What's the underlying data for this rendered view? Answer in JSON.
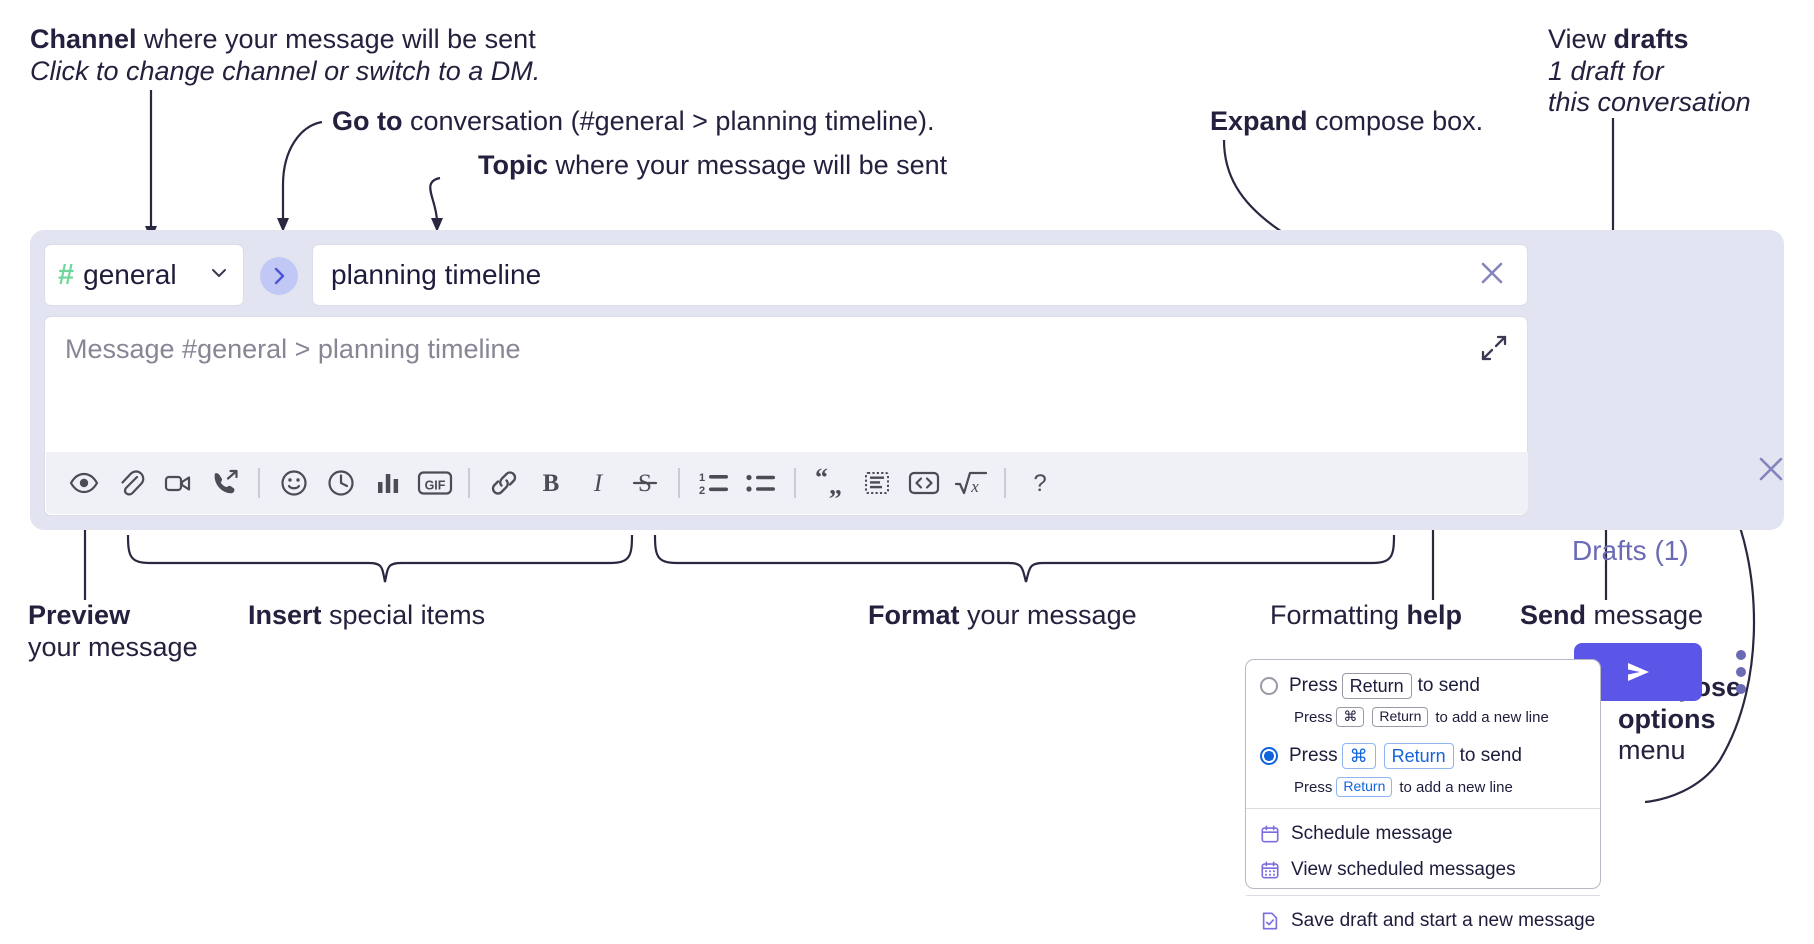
{
  "annotations": {
    "channel": {
      "bold": "Channel",
      "rest": " where your message will be sent",
      "italic": "Click to change channel or switch to a DM."
    },
    "goto": {
      "bold": "Go to",
      "rest": " conversation (#general > planning timeline)."
    },
    "topic": {
      "bold": "Topic",
      "rest": " where your message will be sent"
    },
    "expand": {
      "bold": "Expand",
      "rest": " compose box."
    },
    "drafts": {
      "bold_lead": "View ",
      "bold": "drafts",
      "italic_l1": "1 draft for",
      "italic_l2": "this conversation"
    },
    "preview": {
      "bold": "Preview",
      "line2": "your message"
    },
    "insert": {
      "bold": "Insert",
      "rest": " special items"
    },
    "format": {
      "bold": "Format",
      "rest": " your message"
    },
    "help": {
      "lead": "Formatting ",
      "bold": "help"
    },
    "send": {
      "bold": "Send",
      "rest": " message"
    },
    "compose_options": {
      "l1": "Compose",
      "l2": "options",
      "l3": "menu"
    }
  },
  "compose": {
    "channel_chip": {
      "hash": "#",
      "name": "general",
      "chevron_icon": "chevron-down-icon"
    },
    "goto_icon": "chevron-right-icon",
    "topic": {
      "value": "planning timeline",
      "clear_icon": "close-icon"
    },
    "message": {
      "placeholder": "Message #general > planning timeline",
      "value": ""
    },
    "expand_icon": "expand-diagonal-icon",
    "close_icon": "close-icon",
    "drafts_label": "Drafts (1)",
    "send_icon": "send-paper-plane-icon",
    "kebab_icon": "more-vertical-icon",
    "toolbar": [
      {
        "name": "preview-button",
        "icon": "eye-icon"
      },
      {
        "name": "attach-file-button",
        "icon": "paperclip-icon"
      },
      {
        "name": "record-video-clip-button",
        "icon": "video-camera-icon"
      },
      {
        "name": "record-audio-clip-button",
        "icon": "phone-arrow-icon"
      },
      {
        "name": "separator-1",
        "icon": "separator"
      },
      {
        "name": "emoji-button",
        "icon": "smiley-icon"
      },
      {
        "name": "reminder-button",
        "icon": "clock-icon"
      },
      {
        "name": "poll-button",
        "icon": "bar-chart-icon"
      },
      {
        "name": "gif-button",
        "icon": "gif-icon"
      },
      {
        "name": "separator-2",
        "icon": "separator"
      },
      {
        "name": "link-button",
        "icon": "link-icon"
      },
      {
        "name": "bold-button",
        "icon": "bold-icon"
      },
      {
        "name": "italic-button",
        "icon": "italic-icon"
      },
      {
        "name": "strikethrough-button",
        "icon": "strikethrough-icon"
      },
      {
        "name": "separator-3",
        "icon": "separator"
      },
      {
        "name": "ordered-list-button",
        "icon": "numbered-list-icon"
      },
      {
        "name": "bulleted-list-button",
        "icon": "bulleted-list-icon"
      },
      {
        "name": "separator-4",
        "icon": "separator"
      },
      {
        "name": "blockquote-button",
        "icon": "quote-icon"
      },
      {
        "name": "code-block-button",
        "icon": "code-block-icon"
      },
      {
        "name": "code-button",
        "icon": "code-angle-icon"
      },
      {
        "name": "math-button",
        "icon": "square-root-x-icon"
      },
      {
        "name": "separator-5",
        "icon": "separator"
      },
      {
        "name": "formatting-help-button",
        "icon": "question-mark-icon"
      }
    ]
  },
  "menu": {
    "option1": {
      "selected": false,
      "press": "Press",
      "key": "Return",
      "tail": "to send",
      "sub_press": "Press",
      "sub_key1": "⌘",
      "sub_key2": "Return",
      "sub_tail": "to add a new line"
    },
    "option2": {
      "selected": true,
      "press": "Press",
      "key1": "⌘",
      "key2": "Return",
      "tail": "to send",
      "sub_press": "Press",
      "sub_key": "Return",
      "sub_tail": "to add a new line"
    },
    "items": [
      {
        "label": "Schedule message",
        "icon": "calendar-icon"
      },
      {
        "label": "View scheduled messages",
        "icon": "calendar-grid-icon"
      },
      {
        "label": "Save draft and start a new message",
        "icon": "document-check-icon"
      }
    ]
  },
  "colors": {
    "compose_bg": "#e3e4f1",
    "send_button": "#5b55e8",
    "accent_purple": "#6a6ab5",
    "channel_hash_green": "#6fd69b",
    "radio_blue": "#1264dd"
  }
}
